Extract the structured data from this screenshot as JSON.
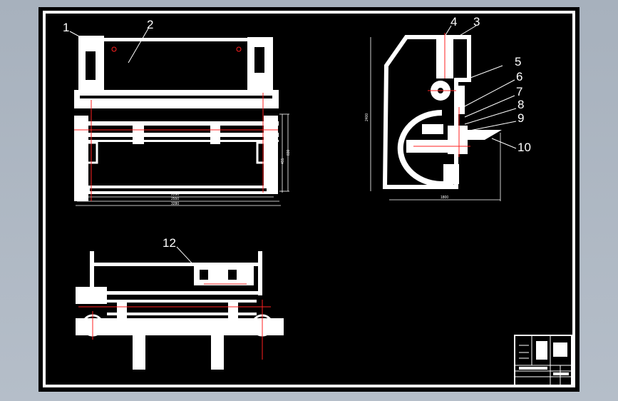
{
  "drawing": {
    "title": "",
    "front_view": {
      "callouts": [
        "1",
        "2"
      ],
      "dims": [
        "2290",
        "2550",
        "3280",
        "830",
        "455"
      ]
    },
    "side_view": {
      "callouts": [
        "4",
        "3",
        "5",
        "6",
        "7",
        "8",
        "9",
        "10"
      ],
      "dims": [
        "2400",
        "1800"
      ]
    },
    "top_view": {
      "callouts": [
        "12"
      ]
    }
  },
  "colors": {
    "background": "#b0bac6",
    "sheet": "#000000",
    "line": "#ffffff",
    "centerline": "#ff2020"
  }
}
